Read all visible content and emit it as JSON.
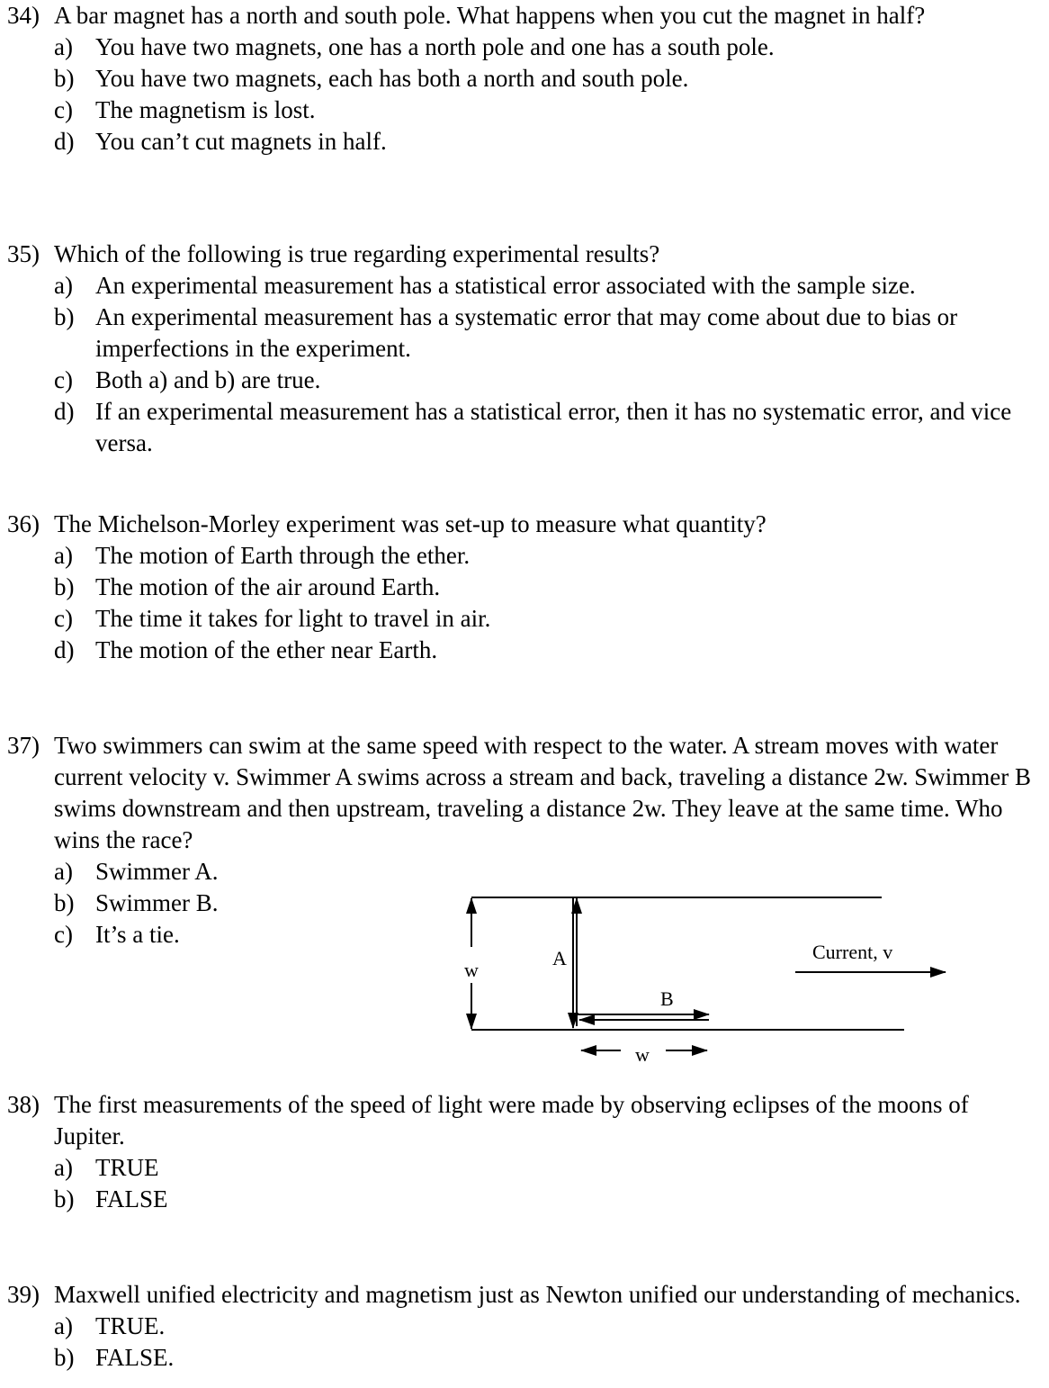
{
  "questions": [
    {
      "number": "34)",
      "text": "A bar magnet has a north and south pole.  What happens when you cut the magnet in half?",
      "options": [
        {
          "letter": "a)",
          "text": "You have two magnets, one has a north pole and one has a south pole."
        },
        {
          "letter": "b)",
          "text": "You have two magnets, each has both a north and south pole."
        },
        {
          "letter": "c)",
          "text": "The magnetism is lost."
        },
        {
          "letter": "d)",
          "text": "You can’t cut magnets in half."
        }
      ]
    },
    {
      "number": "35)",
      "text": "Which of the following is true regarding experimental results?",
      "options": [
        {
          "letter": "a)",
          "text": "An experimental measurement has a statistical error associated with the sample size."
        },
        {
          "letter": "b)",
          "text": "An experimental measurement has a systematic error that may come about due to bias or imperfections in the experiment."
        },
        {
          "letter": "c)",
          "text": "Both a) and b) are true."
        },
        {
          "letter": "d)",
          "text": "If an experimental measurement has a statistical error, then it has no systematic error, and vice versa."
        }
      ]
    },
    {
      "number": "36)",
      "text": "The Michelson-Morley experiment was set-up to measure what quantity?",
      "options": [
        {
          "letter": "a)",
          "text": "The motion of Earth through the ether."
        },
        {
          "letter": "b)",
          "text": "The motion of the air around Earth."
        },
        {
          "letter": "c)",
          "text": "The time it takes for light to travel in air."
        },
        {
          "letter": "d)",
          "text": "The motion of the ether near Earth."
        }
      ]
    },
    {
      "number": "37)",
      "text": "Two swimmers can swim at the same speed with respect to the water.  A stream moves with water current velocity v.  Swimmer A swims across a stream and back, traveling a distance 2w.  Swimmer B swims downstream and then upstream, traveling a distance 2w.  They leave at the same time.  Who wins the race?",
      "options": [
        {
          "letter": "a)",
          "text": "Swimmer A."
        },
        {
          "letter": "b)",
          "text": "Swimmer B."
        },
        {
          "letter": "c)",
          "text": "It’s a tie."
        }
      ]
    },
    {
      "number": "38)",
      "text": "The first measurements of the speed of light were made by observing eclipses of the moons of Jupiter.",
      "options": [
        {
          "letter": "a)",
          "text": "TRUE"
        },
        {
          "letter": "b)",
          "text": "FALSE"
        }
      ]
    },
    {
      "number": "39)",
      "text": "Maxwell unified electricity and magnetism just as Newton unified our understanding of mechanics.",
      "options": [
        {
          "letter": "a)",
          "text": "TRUE."
        },
        {
          "letter": "b)",
          "text": "FALSE."
        }
      ]
    }
  ],
  "diagram": {
    "label_a": "A",
    "label_b": "B",
    "label_w_vertical": "w",
    "label_w_horizontal": "w",
    "label_current": "Current, v"
  }
}
